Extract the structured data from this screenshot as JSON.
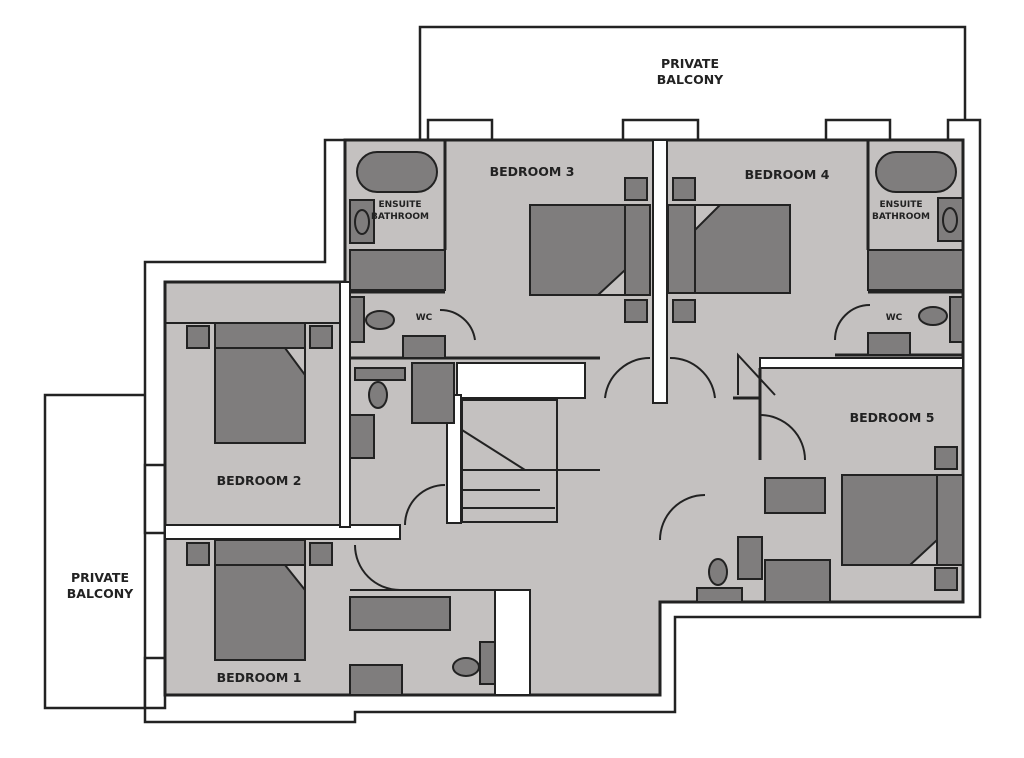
{
  "plan": {
    "balcony_top": {
      "line1": "PRIVATE",
      "line2": "BALCONY"
    },
    "balcony_left": {
      "line1": "PRIVATE",
      "line2": "BALCONY"
    },
    "rooms": {
      "bedroom1": "BEDROOM 1",
      "bedroom2": "BEDROOM 2",
      "bedroom3": "BEDROOM 3",
      "bedroom4": "BEDROOM 4",
      "bedroom5": "BEDROOM 5",
      "ensuite3": {
        "line1": "ENSUITE",
        "line2": "BATHROOM"
      },
      "ensuite4": {
        "line1": "ENSUITE",
        "line2": "BATHROOM"
      },
      "wc3": "WC",
      "wc4": "WC"
    },
    "colors": {
      "floor": "#c4c1c0",
      "fixture": "#7f7d7d",
      "wall": "#222222"
    }
  }
}
